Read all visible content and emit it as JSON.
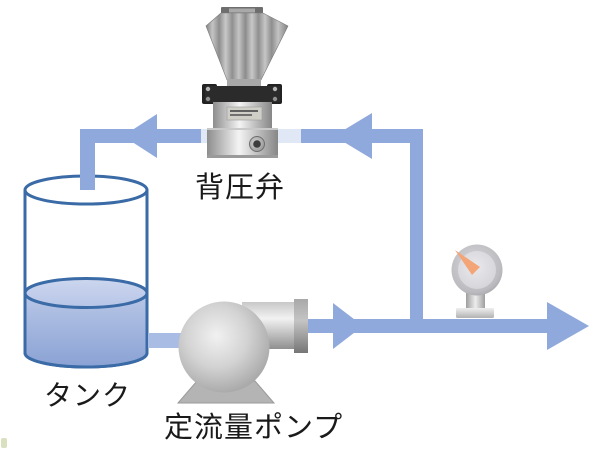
{
  "diagram": {
    "type": "flow-system-schematic",
    "labels": {
      "valve": "背圧弁",
      "tank": "タンク",
      "pump": "定流量ポンプ"
    }
  },
  "colors": {
    "pipe": "#8fa9dc",
    "pipe_light": "#a9bde4",
    "tank_outline": "#3a6ba6",
    "water_surface_light": "#ccd6ee",
    "water_surface_dark": "#b7c5e7",
    "water_body_top": "#b9c7e7",
    "water_body_bottom": "#8aa2d4",
    "needle_orange": "#f3a577"
  }
}
